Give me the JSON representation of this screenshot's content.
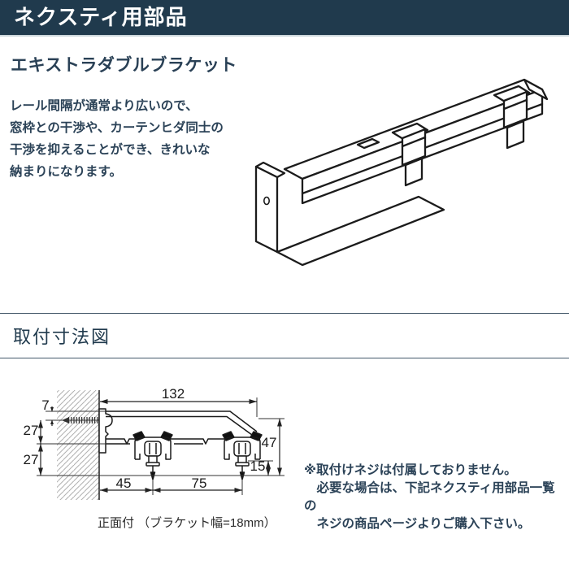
{
  "header": {
    "title": "ネクスティ用部品",
    "bg_color": "#203A4D",
    "text_color": "#ffffff"
  },
  "product": {
    "name": "エキストラダブルブラケット",
    "description": "レール間隔が通常より広いので、\n窓枠との干渉や、カーテンヒダ同士の\n干渉を抑えることができ、きれいな\n納まりになります。",
    "illustration": "extra-double-bracket-isometric-line-drawing"
  },
  "section": {
    "heading": "取付寸法図"
  },
  "dimension_diagram": {
    "caption": "正面付 （ブラケット幅=18mm）",
    "unit": "mm",
    "view": "front-mount cross section with wall hatch, screw, double rail runners",
    "dims": {
      "total_width": "132",
      "screw_top_offset": "7",
      "upper_depth": "27",
      "lower_depth": "27",
      "overall_height": "47",
      "hook_drop": "15",
      "wall_to_first_rail": "45",
      "rail_pitch": "75"
    }
  },
  "notes": {
    "text": "※取付けネジは付属しておりません。\n　必要な場合は、下記ネクスティ用部品一覧の\n　ネジの商品ページよりご購入下さい。"
  },
  "colors": {
    "accent_navy": "#203A4D",
    "text_navy": "#2B4257",
    "drawing_line": "#1a1a1a",
    "hatch_gray": "#b0b0b0"
  }
}
